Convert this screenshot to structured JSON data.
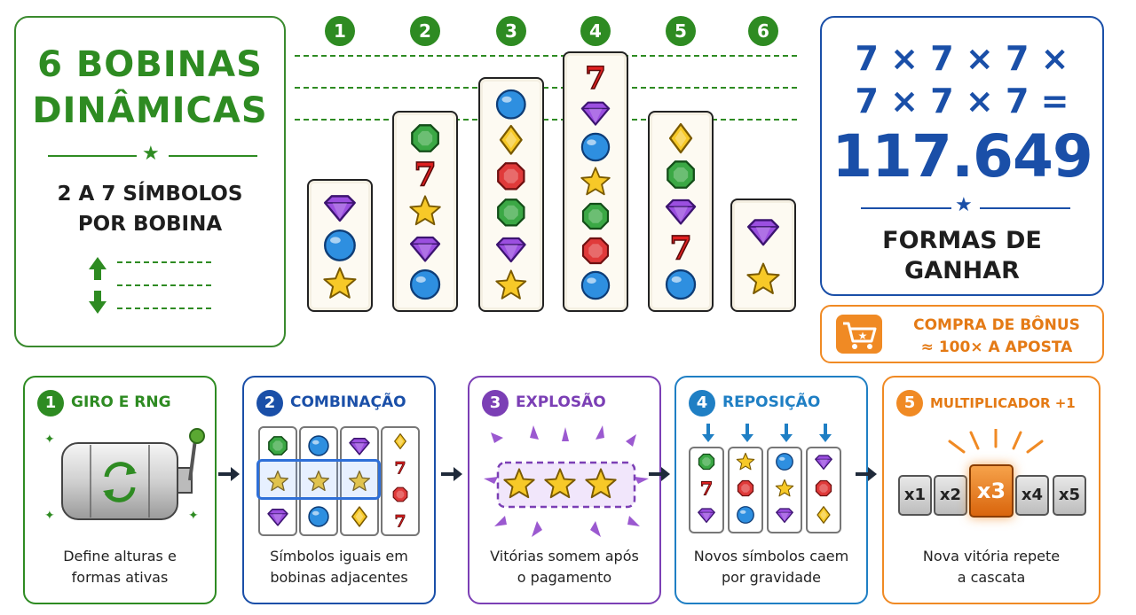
{
  "reels_panel": {
    "title_line1": "6 BOBINAS",
    "title_line2": "DINÂMICAS",
    "star": "★",
    "subtitle_line1": "2 A 7 SÍMBOLOS",
    "subtitle_line2": "POR BOBINA"
  },
  "reels": [
    {
      "number": "1",
      "symbols": [
        "gem-purple",
        "orb-blue",
        "star-gold"
      ]
    },
    {
      "number": "2",
      "symbols": [
        "octagon-green",
        "seven-red",
        "star-gold",
        "gem-purple",
        "orb-blue"
      ]
    },
    {
      "number": "3",
      "symbols": [
        "orb-blue",
        "diamond-gold",
        "octagon-red",
        "octagon-green",
        "gem-purple",
        "star-gold"
      ]
    },
    {
      "number": "4",
      "symbols": [
        "seven-red",
        "gem-purple",
        "orb-blue",
        "star-gold",
        "octagon-green",
        "octagon-red",
        "orb-blue"
      ]
    },
    {
      "number": "5",
      "symbols": [
        "diamond-gold",
        "octagon-green",
        "gem-purple",
        "seven-red",
        "orb-blue"
      ]
    },
    {
      "number": "6",
      "symbols": [
        "gem-purple",
        "star-gold"
      ]
    }
  ],
  "ways_panel": {
    "line1": "7 × 7 × 7 ×",
    "line2": "7 × 7 × 7 =",
    "total": "117.649",
    "star": "★",
    "label_line1": "FORMAS DE",
    "label_line2": "GANHAR"
  },
  "bonus": {
    "line1": "COMPRA DE BÔNUS",
    "line2": "≈ 100× A APOSTA"
  },
  "steps": [
    {
      "number": "1",
      "title": "GIRO E RNG",
      "desc_line1": "Define alturas e",
      "desc_line2": "formas ativas",
      "color": "#2e8b22"
    },
    {
      "number": "2",
      "title": "COMBINAÇÃO",
      "desc_line1": "Símbolos iguais em",
      "desc_line2": "bobinas adjacentes",
      "color": "#1a4fa8"
    },
    {
      "number": "3",
      "title": "EXPLOSÃO",
      "desc_line1": "Vitórias somem após",
      "desc_line2": "o pagamento",
      "color": "#7b3fb5"
    },
    {
      "number": "4",
      "title": "REPOSIÇÃO",
      "desc_line1": "Novos símbolos caem",
      "desc_line2": "por gravidade",
      "color": "#1f7fc4"
    },
    {
      "number": "5",
      "title": "MULTIPLICADOR +1",
      "desc_line1": "Nova vitória repete",
      "desc_line2": "a cascata",
      "color": "#f08a24"
    }
  ],
  "multipliers": [
    "x1",
    "x2",
    "x3",
    "x4",
    "x5"
  ],
  "active_multiplier": "x3",
  "colors": {
    "green": "#2e8b22",
    "blue": "#1a4fa8",
    "purple": "#7b3fb5",
    "sky": "#1f7fc4",
    "orange": "#f08a24"
  }
}
